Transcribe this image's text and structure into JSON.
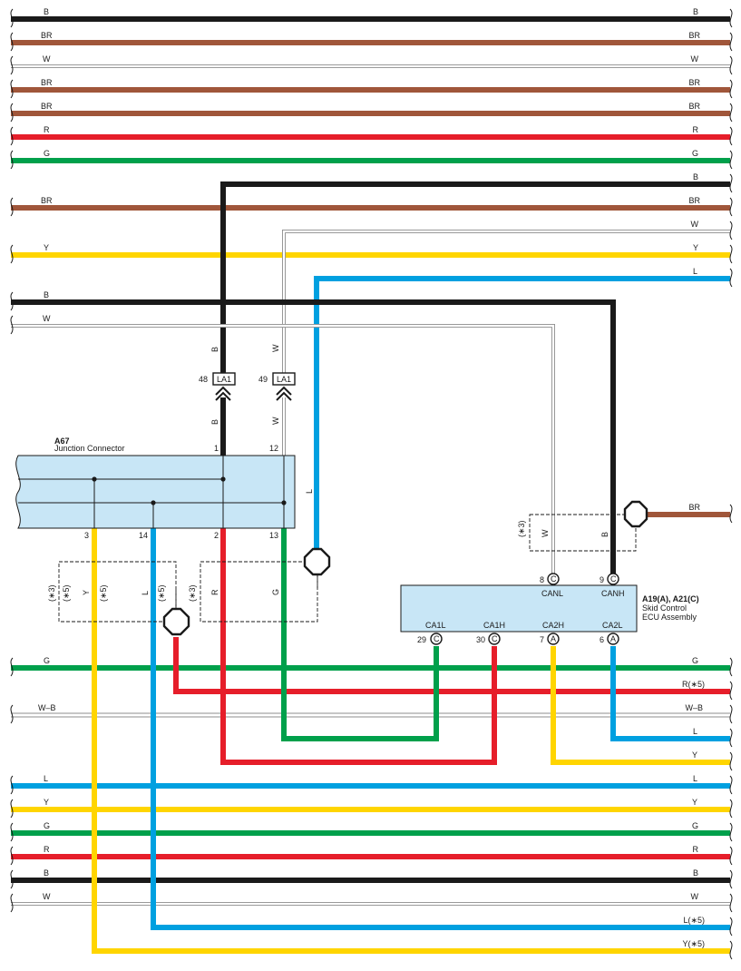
{
  "colors": {
    "B": "#1a1a1a",
    "BR": "#a0563a",
    "W": "#ffffff",
    "R": "#e61e2a",
    "G": "#00a04b",
    "Y": "#ffd500",
    "L": "#00a0e0",
    "WB": "#ffffff",
    "outline": "#8c8c8c",
    "component_fill": "#c8e6f6"
  },
  "wires": {
    "top": [
      {
        "color": "B",
        "label_left": "B",
        "label_right": "B"
      },
      {
        "color": "BR",
        "label_left": "BR",
        "label_right": "BR"
      },
      {
        "color": "W",
        "label_left": "W",
        "label_right": "W"
      },
      {
        "color": "BR",
        "label_left": "BR",
        "label_right": "BR"
      },
      {
        "color": "BR",
        "label_left": "BR",
        "label_right": "BR"
      },
      {
        "color": "R",
        "label_left": "R",
        "label_right": "R"
      },
      {
        "color": "G",
        "label_left": "G",
        "label_right": "G"
      },
      {
        "color": "B",
        "label_left": "",
        "label_right": "B"
      },
      {
        "color": "BR",
        "label_left": "BR",
        "label_right": "BR"
      },
      {
        "color": "W",
        "label_left": "",
        "label_right": "W"
      },
      {
        "color": "Y",
        "label_left": "Y",
        "label_right": "Y"
      },
      {
        "color": "L",
        "label_left": "",
        "label_right": "L"
      },
      {
        "color": "B",
        "label_left": "B",
        "label_right": ""
      },
      {
        "color": "W",
        "label_left": "W",
        "label_right": ""
      }
    ],
    "bottom": [
      {
        "color": "G",
        "label_left": "G",
        "label_right": "G"
      },
      {
        "color": "R",
        "label_left": "",
        "label_right": "R(∗5)"
      },
      {
        "color": "WB",
        "label_left": "W–B",
        "label_right": "W–B"
      },
      {
        "color": "L",
        "label_left": "",
        "label_right": "L"
      },
      {
        "color": "Y",
        "label_left": "",
        "label_right": "Y"
      },
      {
        "color": "L",
        "label_left": "L",
        "label_right": "L"
      },
      {
        "color": "Y",
        "label_left": "Y",
        "label_right": "Y"
      },
      {
        "color": "G",
        "label_left": "G",
        "label_right": "G"
      },
      {
        "color": "R",
        "label_left": "R",
        "label_right": "R"
      },
      {
        "color": "B",
        "label_left": "B",
        "label_right": "B"
      },
      {
        "color": "W",
        "label_left": "W",
        "label_right": "W"
      },
      {
        "color": "L",
        "label_left": "",
        "label_right": "L(∗5)"
      },
      {
        "color": "Y",
        "label_left": "",
        "label_right": "Y(∗5)"
      }
    ],
    "branch": {
      "br_out": "BR"
    }
  },
  "vertical_labels": {
    "b_top": "B",
    "w_top": "W",
    "b_bottom": "B",
    "w_bottom": "W",
    "l_mid": "L",
    "w_shield": "W",
    "b_shield": "B",
    "y_shield": "Y",
    "l_shield": "L",
    "r_shield": "R",
    "g_shield": "G"
  },
  "note_marks": {
    "n1": "(∗3)",
    "n2": "(∗5)",
    "n3": "(∗5)",
    "n4": "(∗5)",
    "n5": "(∗3)",
    "n6": "(∗3)"
  },
  "connector_la1": {
    "left": {
      "code": "LA1",
      "pin": "48"
    },
    "right": {
      "code": "LA1",
      "pin": "49"
    }
  },
  "junction_connector": {
    "code": "A67",
    "name": "Junction Connector",
    "pins": {
      "p1": "1",
      "p12": "12",
      "p3": "3",
      "p14": "14",
      "p2": "2",
      "p13": "13"
    }
  },
  "ecu": {
    "code": "A19(A), A21(C)",
    "name_line1": "Skid Control",
    "name_line2": "ECU Assembly",
    "top_pins": [
      {
        "num": "8",
        "conn": "C",
        "signal": "CANL"
      },
      {
        "num": "9",
        "conn": "C",
        "signal": "CANH"
      }
    ],
    "bottom_pins": [
      {
        "num": "29",
        "conn": "C",
        "signal": "CA1L"
      },
      {
        "num": "30",
        "conn": "C",
        "signal": "CA1H"
      },
      {
        "num": "7",
        "conn": "A",
        "signal": "CA2H"
      },
      {
        "num": "6",
        "conn": "A",
        "signal": "CA2L"
      }
    ]
  }
}
